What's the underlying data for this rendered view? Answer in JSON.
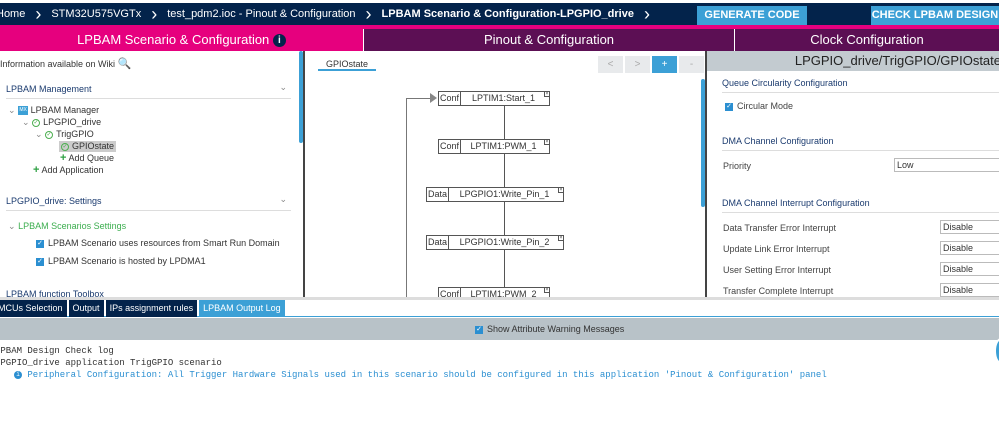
{
  "breadcrumb": {
    "items": [
      "Home",
      "STM32U575VGTx",
      "test_pdm2.ioc - Pinout & Configuration",
      "LPBAM Scenario & Configuration-LPGPIO_drive"
    ]
  },
  "actions": {
    "generate": "GENERATE CODE",
    "check": "CHECK LPBAM DESIGN"
  },
  "main_tabs": [
    "LPBAM Scenario & Configuration",
    "Pinout & Configuration",
    "Clock Configuration"
  ],
  "colors": {
    "navy": "#03234b",
    "pink": "#e6007e",
    "purple": "#5c0f54",
    "accent": "#3ca0d6"
  },
  "left": {
    "wiki": "Information available on Wiki",
    "management": "LPBAM Management",
    "tree": {
      "root": "LPBAM Manager",
      "app": "LPGPIO_drive",
      "scenario": "TrigGPIO",
      "queue": "GPIOstate",
      "add_queue": "Add Queue",
      "add_app": "Add Application"
    },
    "settings": "LPGPIO_drive: Settings",
    "scen_settings": "LPBAM Scenarios Settings",
    "checks": [
      {
        "label": "LPBAM Scenario uses resources from Smart Run Domain",
        "checked": true
      },
      {
        "label": "LPBAM Scenario is hosted by LPDMA1",
        "checked": true
      }
    ],
    "toolbox": "LPBAM function Toolbox"
  },
  "center": {
    "tab": "GPIOstate",
    "nav": [
      "<",
      ">",
      "+",
      "-"
    ],
    "nodes": [
      {
        "kind": "Conf",
        "name": "LPTIM1:Start_1"
      },
      {
        "kind": "Conf",
        "name": "LPTIM1:PWM_1"
      },
      {
        "kind": "Data",
        "name": "LPGPIO1:Write_Pin_1"
      },
      {
        "kind": "Data",
        "name": "LPGPIO1:Write_Pin_2"
      },
      {
        "kind": "Conf",
        "name": "LPTIM1:PWM_2"
      }
    ]
  },
  "right": {
    "title": "LPGPIO_drive/TrigGPIO/GPIOstate",
    "queue_sect": "Queue Circularity Configuration",
    "circular": "Circular Mode",
    "dma_sect": "DMA Channel Configuration",
    "priority_label": "Priority",
    "priority": "Low",
    "irq_sect": "DMA Channel Interrupt Configuration",
    "irqs": [
      {
        "label": "Data Transfer Error Interrupt",
        "value": "Disable"
      },
      {
        "label": "Update Link Error Interrupt",
        "value": "Disable"
      },
      {
        "label": "User Setting Error Interrupt",
        "value": "Disable"
      },
      {
        "label": "Transfer Complete Interrupt",
        "value": "Disable"
      }
    ]
  },
  "bottom": {
    "tabs": [
      "MCUs Selection",
      "Output",
      "IPs assignment rules",
      "LPBAM Output Log"
    ],
    "show_warn": "Show Attribute Warning Messages",
    "log": [
      "LPBAM Design Check log",
      "LPGPIO_drive application TrigGPIO scenario",
      "Peripheral Configuration: All Trigger Hardware Signals used in this scenario should be configured in this application 'Pinout & Configuration' panel"
    ]
  }
}
